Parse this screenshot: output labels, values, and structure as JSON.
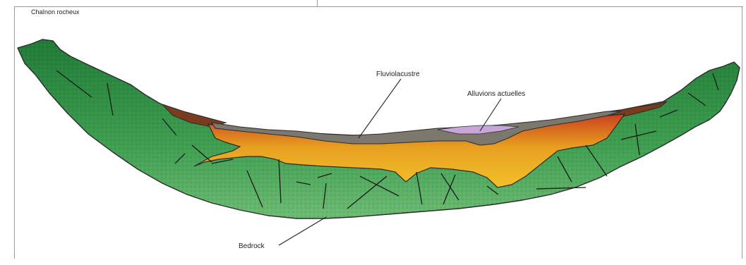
{
  "diagram": {
    "corner_label": "Chaînon rocheux",
    "labels": {
      "fluviolacustre": "Fluviolacustre",
      "alluvions": "Alluvions actuelles",
      "bedrock": "Bedrock"
    },
    "colors": {
      "bedrock_fill": "#3f9f50",
      "bedrock_dark": "#1f7a35",
      "outline": "#2b2b2b",
      "sediment_orange": "#e8a020",
      "sediment_red": "#c8401e",
      "sediment_yellow": "#f2c02a",
      "fluvio_gray": "#7d786e",
      "brown_layer": "#7a3b1e",
      "alluvions_purple": "#c8a6d8"
    }
  }
}
